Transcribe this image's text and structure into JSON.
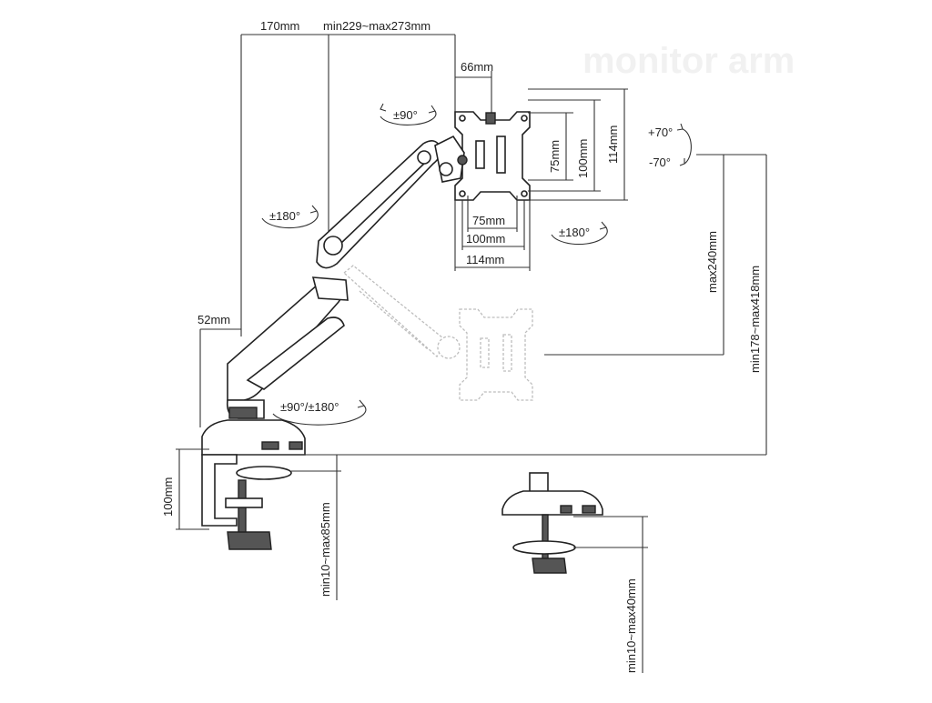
{
  "dimensions": {
    "arm_reach_1": "170mm",
    "arm_reach_2": "min229~max273mm",
    "head_offset": "66mm",
    "vesa_v_75": "75mm",
    "vesa_v_100": "100mm",
    "vesa_v_114": "114mm",
    "vesa_h_75": "75mm",
    "vesa_h_100": "100mm",
    "vesa_h_114": "114mm",
    "column_offset": "52mm",
    "height_max": "max240mm",
    "height_range": "min178~max418mm",
    "clamp_height": "100mm",
    "clamp_range": "min10~max85mm",
    "grommet_range": "min10~max40mm"
  },
  "rotations": {
    "head_rotation": "±90°",
    "tilt_up": "+70°",
    "tilt_down": "-70°",
    "upper_arm_swivel": "±180°",
    "panel_swivel": "±180°",
    "base_swivel": "±90°/±180°"
  },
  "watermark": "monitor arm"
}
